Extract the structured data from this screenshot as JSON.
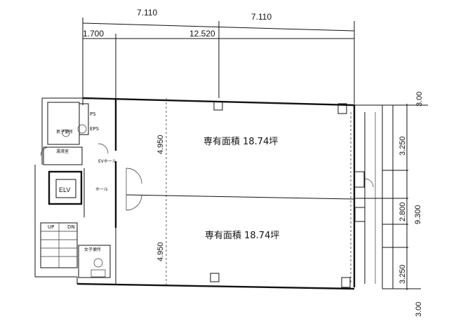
{
  "dimensions": {
    "top_left_span": "7.110",
    "top_right_span": "7.110",
    "left_offset": "1.700",
    "overall_width": "12.520",
    "unit1_depth": "4.950",
    "unit2_depth": "4.950",
    "right_top": "3.00",
    "right_upper": "3.250",
    "right_middle": "2.800",
    "right_total": "9.300",
    "right_lower": "3.250",
    "right_bottom": "3.00"
  },
  "units": [
    {
      "label": "専有面積 18.74坪"
    },
    {
      "label": "専有面積 18.74坪"
    }
  ],
  "rooms": {
    "ps": "PS",
    "eps": "EPS",
    "elv": "ELV",
    "up": "UP",
    "dn": "DN",
    "wc_top": "男子便所",
    "wc_mid": "湯沸室",
    "wc_bottom": "女子便所",
    "hall": "ホール",
    "lift_hall": "EVホール"
  }
}
